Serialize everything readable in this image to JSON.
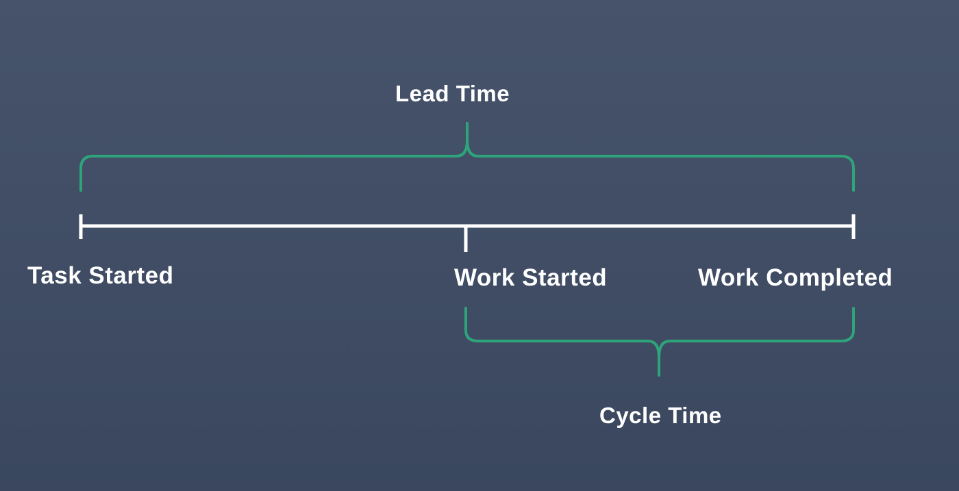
{
  "labels": {
    "lead_time": "Lead Time",
    "cycle_time": "Cycle Time",
    "task_started": "Task Started",
    "work_started": "Work Started",
    "work_completed": "Work Completed"
  },
  "colors": {
    "background": "#434f68",
    "bracket": "#2fa37a",
    "timeline": "#ffffff",
    "text": "#ffffff"
  }
}
